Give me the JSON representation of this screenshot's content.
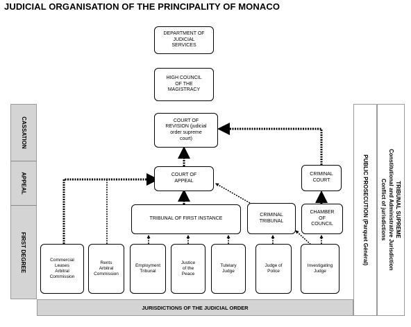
{
  "title": "JUDICIAL ORGANISATION OF THE PRINCIPALITY OF MONACO",
  "degrees": {
    "cassation": "CASSATION",
    "appeal": "APPEAL",
    "first_degree": "FIRST DEGREE"
  },
  "nodes": {
    "department": [
      "DEPARTMENT OF",
      "JUDICIAL",
      "SERVICES"
    ],
    "high_council": [
      "HIGH COUNCIL",
      "OF THE",
      "MAGISTRACY"
    ],
    "court_of_revision": [
      "COURT OF",
      "REVISION (judicial",
      "order supreme",
      "court)"
    ],
    "court_of_appeal": [
      "COURT OF",
      "APPEAL"
    ],
    "criminal_court": [
      "CRIMINAL",
      "COURT"
    ],
    "tribunal_first_instance": [
      "TRIBUNAL OF FIRST INSTANCE"
    ],
    "criminal_tribunal": [
      "CRIMINAL",
      "TRIBUNAL"
    ],
    "chamber_of_council": [
      "CHAMBER",
      "OF",
      "COUNCIL"
    ],
    "commercial_leases": [
      "Commercial",
      "Leases",
      "Arbitral",
      "Commission"
    ],
    "rents_arbitral": [
      "Rents",
      "Arbitral",
      "Commission"
    ],
    "employment_tribunal": [
      "Employment",
      "Tribunal"
    ],
    "justice_of_peace": [
      "Justice",
      "of the",
      "Peace"
    ],
    "tutelary_judge": [
      "Tutelary",
      "Judge"
    ],
    "judge_of_police": [
      "Judge of",
      "Police"
    ],
    "investigating_judge": [
      "Investigating",
      "Judge"
    ]
  },
  "bottom_label": "JURISDICTIONS OF THE JUDICIAL ORDER",
  "public_prosecution": [
    "PUBLIC PROSECUTION (Parquet Général)"
  ],
  "tribunal_supreme": [
    "TRIBUNAL SUPREME",
    "Constitutional and Administrative Jurisdiction",
    "Conflict of jurisdictions"
  ]
}
